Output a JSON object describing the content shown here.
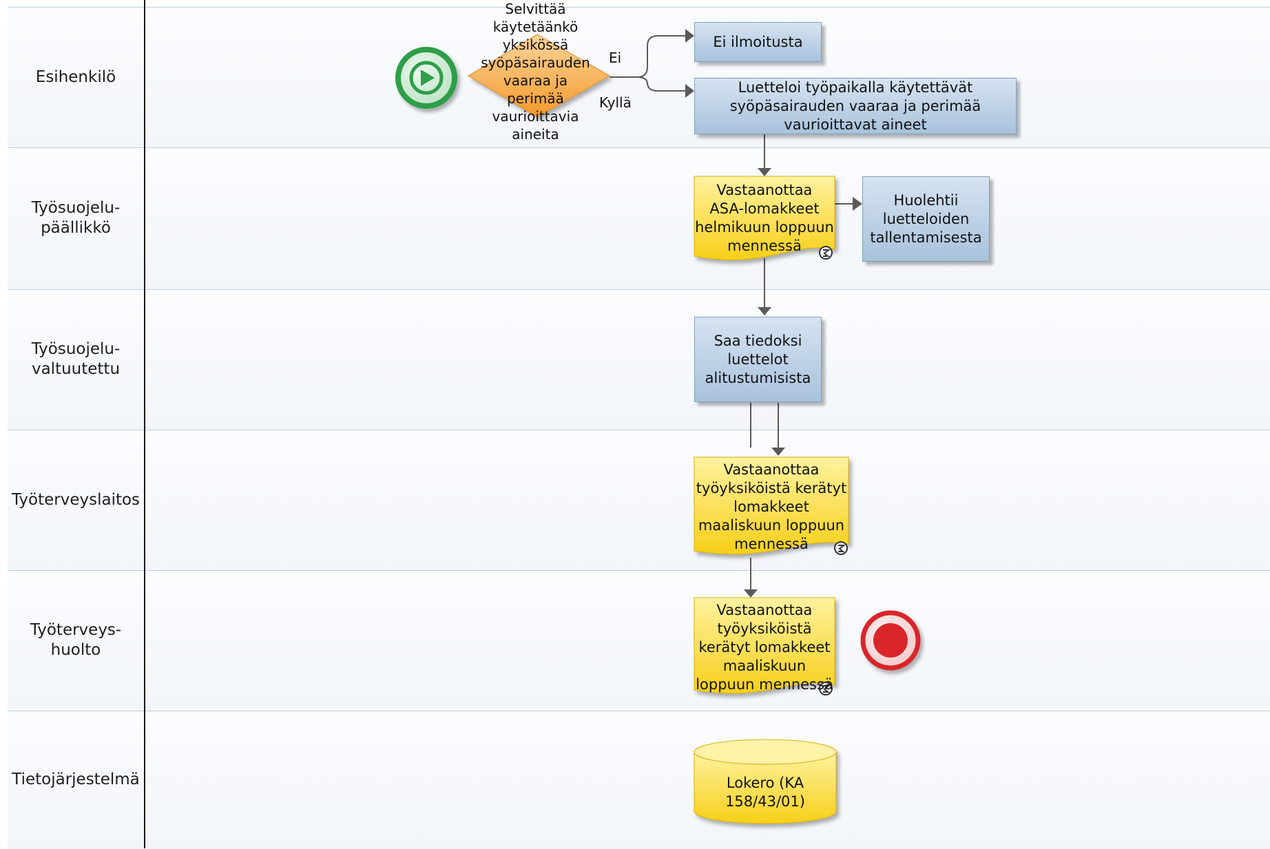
{
  "lanes": [
    {
      "id": "esihenkilo",
      "label": "Esihenkilö"
    },
    {
      "id": "tyosuojelupaallikko",
      "label": "Työsuojelu-\npäällikkö"
    },
    {
      "id": "tyosuojeluvaltuutettu",
      "label": "Työsuojelu-\nvaltuutettu"
    },
    {
      "id": "tyoterveyslaitos",
      "label": "Työterveyslaitos"
    },
    {
      "id": "tyoterveyshuolto",
      "label": "Työterveys-\nhuolto"
    },
    {
      "id": "tietojarjestelma",
      "label": "Tietojärjestelmä"
    }
  ],
  "decision": {
    "text": "Selvittää\nkäytetäänkö\nyksikössä\nsyöpäsairauden\nvaaraa ja\nperimää\nvaurioittavia\naineita",
    "branch_no": "Ei",
    "branch_yes": "Kyllä"
  },
  "tasks": {
    "no_notice": "Ei ilmoitusta",
    "list_substances": "Luetteloi työpaikalla käytettävät\nsyöpäsairauden vaaraa ja perimää\nvaurioittavat aineet",
    "receive_asa": "Vastaanottaa\nASA-lomakkeet\nhelmikuun loppuun\nmennessä",
    "store_lists": "Huolehtii\nluetteloiden\ntallentamisesta",
    "get_info": "Saa tiedoksi\nluettelot\nalitustumisista",
    "receive_ttl": "Vastaanottaa\ntyöyksiköistä kerätyt\nlomakkeet\nmaaliskuun loppuun\nmennessä",
    "receive_tth": "Vastaanottaa\ntyöyksiköistä\nkerätyt lomakkeet\nmaaliskuun\nloppuun mennessä",
    "database": "Lokero (KA\n158/43/01)"
  },
  "colors": {
    "start": "#2e9e49",
    "end": "#d9262b",
    "decision": "#f6a33c",
    "task_blue": "#b9cfe6",
    "document_yellow": "#fbd92e",
    "connector": "#5a5a5a"
  }
}
